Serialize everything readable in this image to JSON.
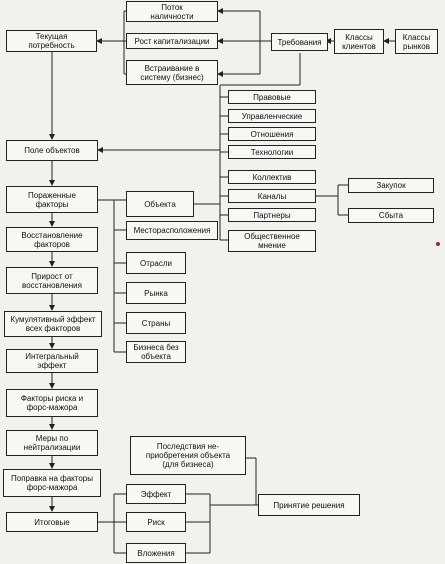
{
  "diagram": {
    "nodes": {
      "tekushchaya": "Текущая\nпотребность",
      "potok": "Поток\nналичности",
      "rost": "Рост капитализации",
      "vstraivanie": "Встраивание в\nсистему (бизнес)",
      "trebovaniya": "Требования",
      "klassy_klientov": "Классы\nклиентов",
      "klassy_rynkov": "Классы\nрынков",
      "pole": "Поле объектов",
      "pravovye": "Правовые",
      "upravlencheskie": "Управленческие",
      "otnosheniya": "Отношения",
      "tekhnologii": "Технологии",
      "kollektiv": "Коллектив",
      "kanaly": "Каналы",
      "partnery": "Партнеры",
      "obshchestvennoe": "Общественное\nмнение",
      "zakupok": "Закупок",
      "sbyta": "Сбыта",
      "porazhennye": "Пораженные\nфакторы",
      "obekta": "Объекта",
      "mestoraspolozheniya": "Месторасположения",
      "otrasli": "Отрасли",
      "rynka": "Рынка",
      "strany": "Страны",
      "biznesa_bez": "Бизнеса без\nобъекта",
      "vosstanovlenie": "Восстановление\nфакторов",
      "prirost": "Прирост от\nвосстановления",
      "kumulyativnyi": "Кумулятивный эффект\nвсех факторов",
      "integralnyi": "Интегральный\nэффект",
      "faktory_riska": "Факторы риска и\nфорс-мажора",
      "mery": "Меры по\nнейтрализации",
      "popravka": "Поправка на факторы\nфорс-мажора",
      "itogovye": "Итоговые",
      "posledstviya": "Последствия не-\nприобретения объекта\n(для бизнеса)",
      "effekt": "Эффект",
      "risk": "Риск",
      "vlozheniya": "Вложения",
      "prinyatie": "Принятие решения"
    }
  },
  "colors": {
    "line": "#222222",
    "background": "#f1f1ee",
    "box": "#f7f7f4",
    "accent_dot": "#9b2a30"
  }
}
